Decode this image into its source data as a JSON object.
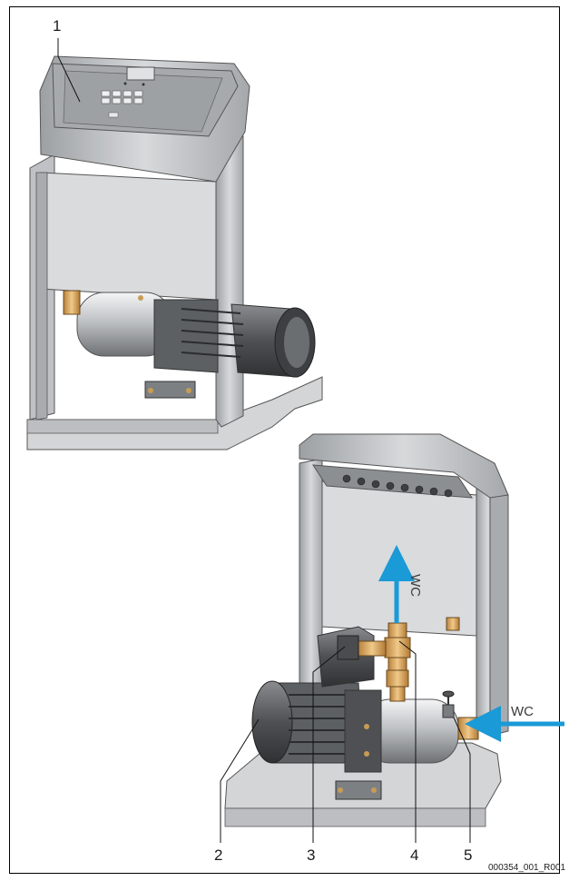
{
  "figure": {
    "callouts": {
      "c1": "1",
      "c2": "2",
      "c3": "3",
      "c4": "4",
      "c5": "5"
    },
    "flow_labels": {
      "up": "WC",
      "side": "WC"
    },
    "document_id": "000354_001_R001",
    "colors": {
      "flow_arrow": "#1a9ad6",
      "housing": "#c9cbcd",
      "housing_dark": "#8c8f92",
      "brass": "#d8a55a",
      "motor_dark": "#4a4c4f"
    }
  }
}
